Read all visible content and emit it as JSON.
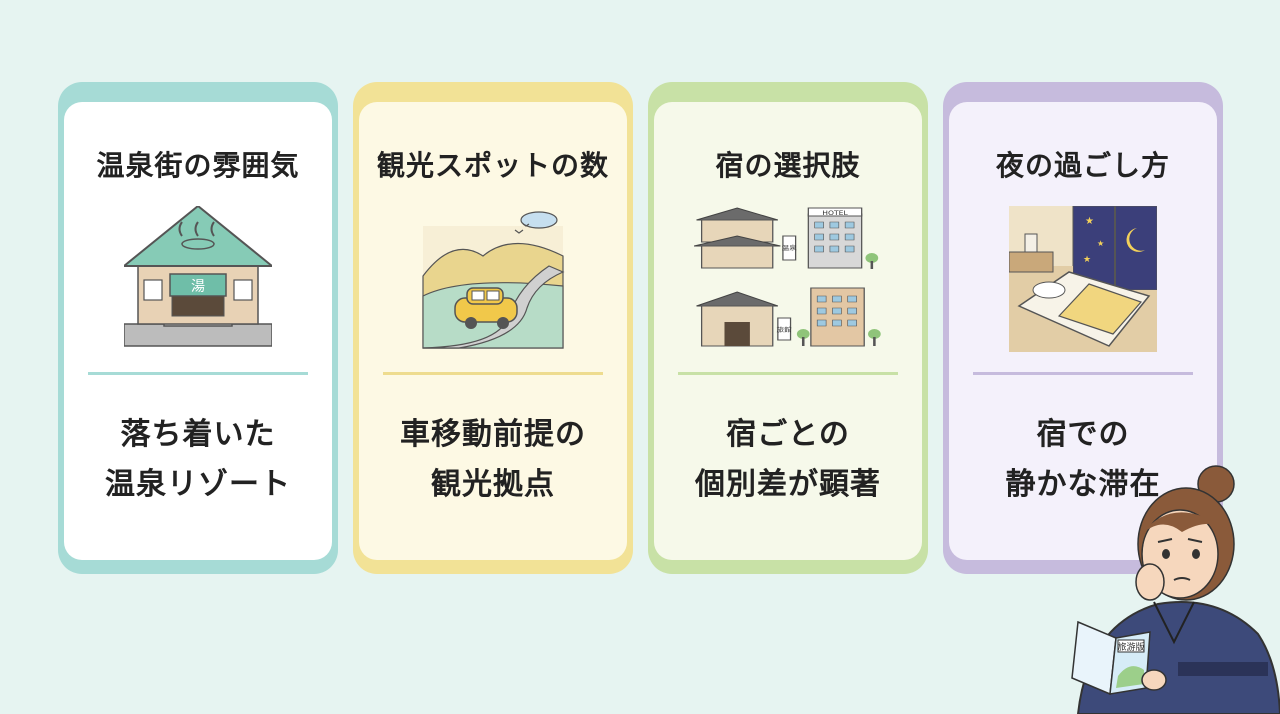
{
  "cards": [
    {
      "title": "温泉街の雰囲気",
      "desc_line1": "落ち着いた",
      "desc_line2": "温泉リゾート",
      "border_color": "#a6dbd6",
      "icon": "hot-spring-inn-icon"
    },
    {
      "title": "観光スポットの数",
      "desc_line1": "車移動前提の",
      "desc_line2": "観光拠点",
      "border_color": "#f2e296",
      "icon": "car-road-icon"
    },
    {
      "title": "宿の選択肢",
      "desc_line1": "宿ごとの",
      "desc_line2": "個別差が顕著",
      "border_color": "#c8e1a6",
      "icon": "hotels-icon"
    },
    {
      "title": "夜の過ごし方",
      "desc_line1": "宿での",
      "desc_line2": "静かな滞在",
      "border_color": "#c6bbdd",
      "icon": "night-room-icon"
    }
  ],
  "illustrations": {
    "onsen_sign": "湯",
    "hotel_sign": "HOTEL",
    "sign_a": "温泉",
    "sign_b": "旅館"
  },
  "person": {
    "book_label": "旅游版",
    "icon": "thinking-woman-icon"
  }
}
